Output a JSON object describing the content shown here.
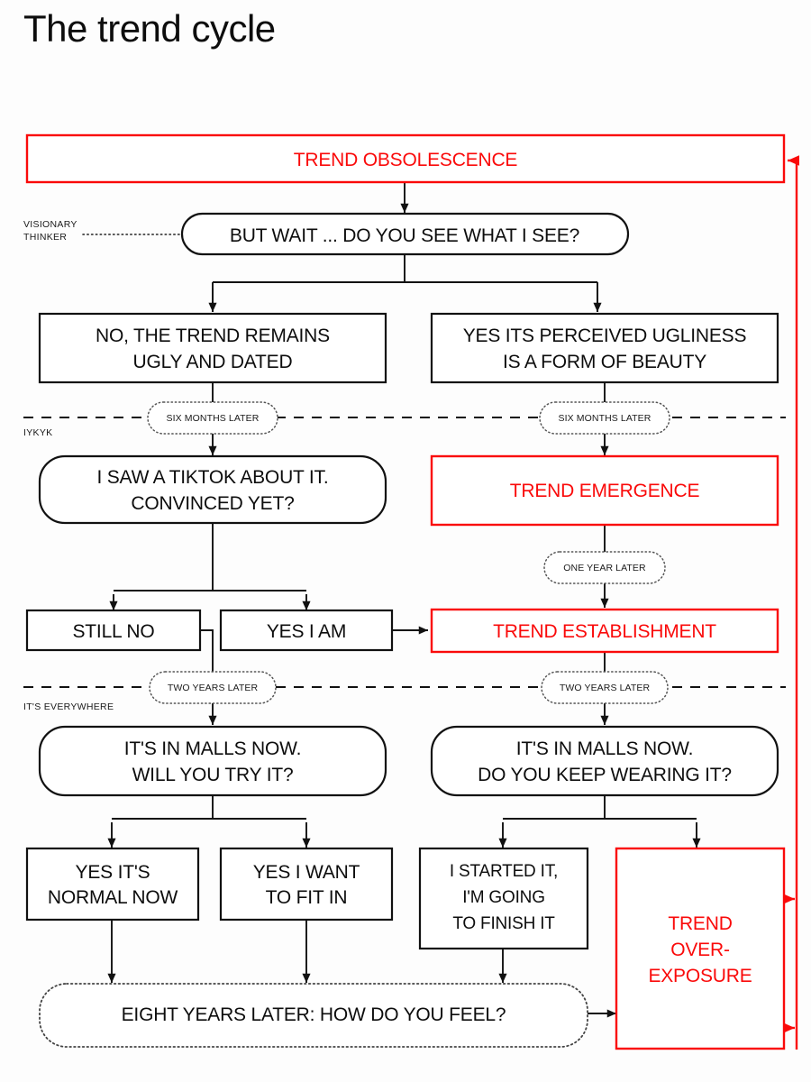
{
  "page": {
    "title": "The trend cycle",
    "background_color": "#fdfdfd",
    "accent_color": "#fa0a0a",
    "ink_color": "#0d0d0d"
  },
  "side_labels": {
    "visionary_line1": "VISIONARY",
    "visionary_line2": "THINKER",
    "iykyk": "IYKYK",
    "everywhere": "IT'S EVERYWHERE"
  },
  "nodes": {
    "obsolescence": "TREND OBSOLESCENCE",
    "but_wait": "BUT WAIT ... DO YOU SEE WHAT I SEE?",
    "no_ugly_l1": "NO, THE TREND REMAINS",
    "no_ugly_l2": "UGLY AND DATED",
    "yes_beauty_l1": "YES ITS PERCEIVED UGLINESS",
    "yes_beauty_l2": "IS A FORM OF BEAUTY",
    "tiktok_l1": "I SAW A TIKTOK ABOUT IT.",
    "tiktok_l2": "CONVINCED YET?",
    "emergence": "TREND EMERGENCE",
    "still_no": "STILL NO",
    "yes_i_am": "YES I AM",
    "establishment": "TREND ESTABLISHMENT",
    "malls_try_l1": "IT'S IN MALLS NOW.",
    "malls_try_l2": "WILL YOU TRY IT?",
    "malls_keep_l1": "IT'S IN MALLS NOW.",
    "malls_keep_l2": "DO YOU KEEP WEARING IT?",
    "normal_l1": "YES IT'S",
    "normal_l2": "NORMAL NOW",
    "fitin_l1": "YES I WANT",
    "fitin_l2": "TO FIT IN",
    "finish_l1": "I STARTED IT,",
    "finish_l2": "I'M GOING",
    "finish_l3": "TO FINISH IT",
    "overexposure_l1": "TREND",
    "overexposure_l2": "OVER-",
    "overexposure_l3": "EXPOSURE",
    "eight_years": "EIGHT YEARS LATER: HOW DO YOU FEEL?"
  },
  "time_pills": {
    "six_months_left": "SIX MONTHS LATER",
    "six_months_right": "SIX MONTHS LATER",
    "one_year": "ONE YEAR LATER",
    "two_years_left": "TWO YEARS LATER",
    "two_years_right": "TWO YEARS LATER"
  },
  "chart_data": {
    "type": "diagram",
    "title": "The trend cycle",
    "flow_nodes": [
      {
        "id": "obsolescence",
        "label": "TREND OBSOLESCENCE",
        "shape": "rect",
        "color": "red"
      },
      {
        "id": "but_wait",
        "label": "BUT WAIT ... DO YOU SEE WHAT I SEE?",
        "shape": "stadium",
        "color": "black"
      },
      {
        "id": "no_ugly",
        "label": "NO, THE TREND REMAINS UGLY AND DATED",
        "shape": "rect",
        "color": "black"
      },
      {
        "id": "yes_beauty",
        "label": "YES ITS PERCEIVED UGLINESS IS A FORM OF BEAUTY",
        "shape": "rect",
        "color": "black"
      },
      {
        "id": "tiktok",
        "label": "I SAW A TIKTOK ABOUT IT. CONVINCED YET?",
        "shape": "stadium",
        "color": "black"
      },
      {
        "id": "emergence",
        "label": "TREND EMERGENCE",
        "shape": "rect",
        "color": "red"
      },
      {
        "id": "still_no",
        "label": "STILL NO",
        "shape": "rect",
        "color": "black"
      },
      {
        "id": "yes_i_am",
        "label": "YES I AM",
        "shape": "rect",
        "color": "black"
      },
      {
        "id": "establishment",
        "label": "TREND ESTABLISHMENT",
        "shape": "rect",
        "color": "red"
      },
      {
        "id": "malls_try",
        "label": "IT'S IN MALLS NOW. WILL YOU TRY IT?",
        "shape": "stadium",
        "color": "black"
      },
      {
        "id": "malls_keep",
        "label": "IT'S IN MALLS NOW. DO YOU KEEP WEARING IT?",
        "shape": "stadium",
        "color": "black"
      },
      {
        "id": "normal",
        "label": "YES IT'S NORMAL NOW",
        "shape": "rect",
        "color": "black"
      },
      {
        "id": "fitin",
        "label": "YES I WANT TO FIT IN",
        "shape": "rect",
        "color": "black"
      },
      {
        "id": "finish",
        "label": "I STARTED IT, I'M GOING TO FINISH IT",
        "shape": "rect",
        "color": "black"
      },
      {
        "id": "overexposure",
        "label": "TREND OVER-EXPOSURE",
        "shape": "rect",
        "color": "red"
      },
      {
        "id": "eight_years",
        "label": "EIGHT YEARS LATER: HOW DO YOU FEEL?",
        "shape": "stadium-dotted",
        "color": "black"
      }
    ],
    "edges": [
      {
        "from": "obsolescence",
        "to": "but_wait"
      },
      {
        "from": "but_wait",
        "to": "no_ugly"
      },
      {
        "from": "but_wait",
        "to": "yes_beauty"
      },
      {
        "from": "no_ugly",
        "to": "tiktok",
        "label": "SIX MONTHS LATER"
      },
      {
        "from": "yes_beauty",
        "to": "emergence",
        "label": "SIX MONTHS LATER"
      },
      {
        "from": "tiktok",
        "to": "still_no"
      },
      {
        "from": "tiktok",
        "to": "yes_i_am"
      },
      {
        "from": "emergence",
        "to": "establishment",
        "label": "ONE YEAR LATER"
      },
      {
        "from": "yes_i_am",
        "to": "establishment"
      },
      {
        "from": "still_no",
        "to": "malls_try",
        "label": "TWO YEARS LATER"
      },
      {
        "from": "establishment",
        "to": "malls_keep",
        "label": "TWO YEARS LATER"
      },
      {
        "from": "malls_try",
        "to": "normal"
      },
      {
        "from": "malls_try",
        "to": "fitin"
      },
      {
        "from": "malls_keep",
        "to": "finish"
      },
      {
        "from": "malls_keep",
        "to": "overexposure"
      },
      {
        "from": "normal",
        "to": "eight_years"
      },
      {
        "from": "fitin",
        "to": "eight_years"
      },
      {
        "from": "finish",
        "to": "eight_years"
      },
      {
        "from": "eight_years",
        "to": "overexposure"
      },
      {
        "from": "overexposure",
        "to": "obsolescence",
        "style": "red-loop"
      }
    ],
    "era_dividers": [
      "IYKYK",
      "IT'S EVERYWHERE"
    ],
    "annotations": [
      "VISIONARY THINKER"
    ]
  }
}
